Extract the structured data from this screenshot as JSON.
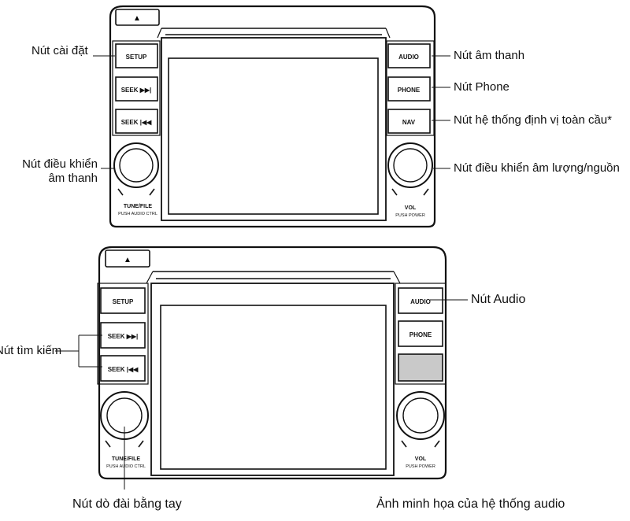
{
  "unit_top": {
    "eject_symbol": "▲",
    "left_buttons": [
      "SETUP",
      "SEEK ▶▶|",
      "SEEK |◀◀"
    ],
    "right_buttons": [
      "AUDIO",
      "PHONE",
      "NAV"
    ],
    "left_knob": {
      "label": "TUNE/FILE",
      "sub": "PUSH AUDIO CTRL"
    },
    "right_knob": {
      "label": "VOL",
      "sub": "PUSH POWER"
    }
  },
  "unit_bottom": {
    "eject_symbol": "▲",
    "left_buttons": [
      "SETUP",
      "SEEK ▶▶|",
      "SEEK |◀◀"
    ],
    "right_buttons": [
      "AUDIO",
      "PHONE",
      ""
    ],
    "left_knob": {
      "label": "TUNE/FILE",
      "sub": "PUSH AUDIO CTRL"
    },
    "right_knob": {
      "label": "VOL",
      "sub": "PUSH POWER"
    }
  },
  "callouts": {
    "setup_button": "Nút cài đặt",
    "audio_control_knob_line1": "Nút điều khiển",
    "audio_control_knob_line2": "âm thanh",
    "audio_button": "Nút âm thanh",
    "phone_button": "Nút Phone",
    "nav_button": "Nút hệ thống định vị toàn cầu*",
    "volume_power_knob": "Nút điều khiển âm lượng/nguồn",
    "audio_button_2": "Nút Audio",
    "seek_buttons": "Nút tìm kiếm",
    "manual_tune_knob": "Nút dò đài bằng tay",
    "caption": "Ảnh minh họa của hệ thống audio"
  }
}
